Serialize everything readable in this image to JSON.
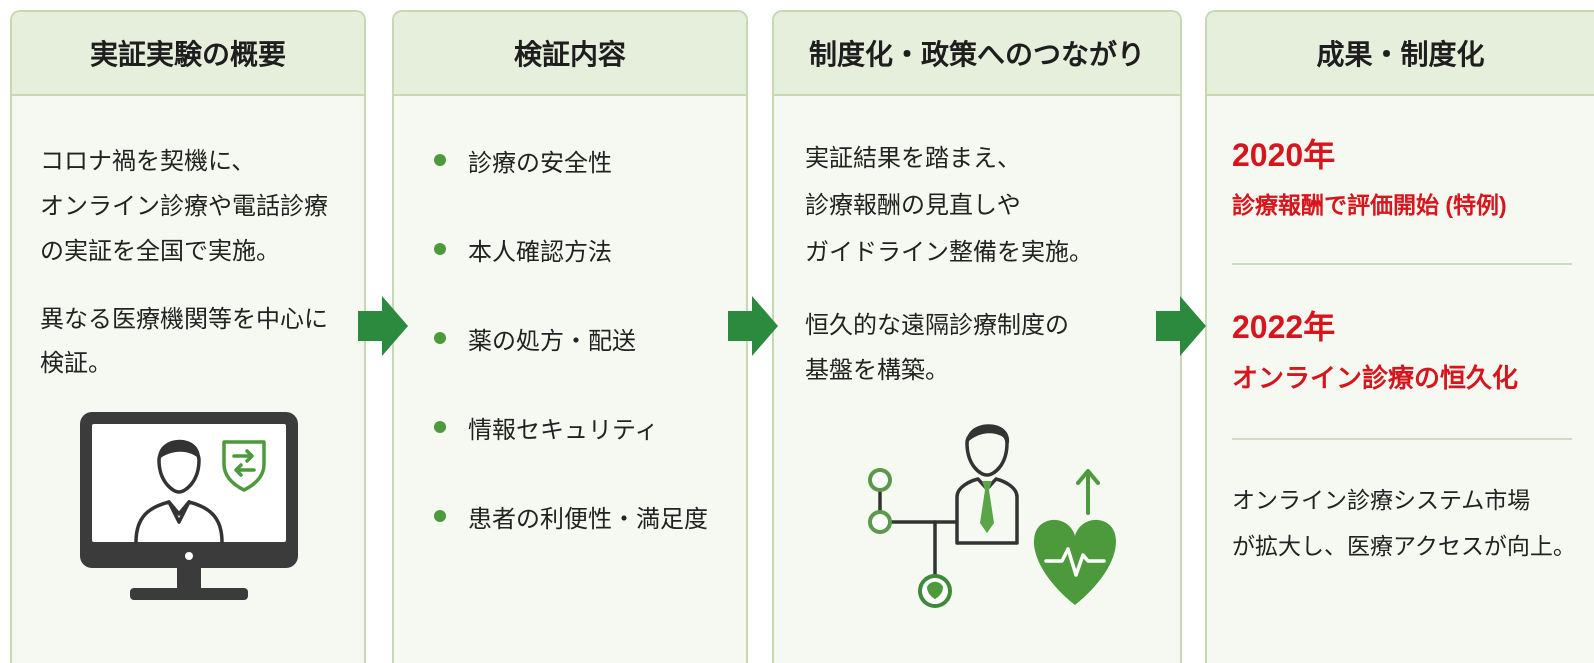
{
  "panels": [
    {
      "title": "実証実験の概要",
      "para1": [
        "コロナ禍を契機に、",
        "オンライン診療や電話診療",
        "の実証を全国で実施。"
      ],
      "para2": [
        "異なる医療機関等を中心に",
        "検証。"
      ],
      "illustration": "monitor-telemedicine-icon"
    },
    {
      "title": "検証内容",
      "items": [
        "診療の安全性",
        "本人確認方法",
        "薬の処方・配送",
        "情報セキュリティ",
        "患者の利便性・満足度"
      ],
      "bullet_icon": "green-dot-icon"
    },
    {
      "title": "制度化・政策へのつながり",
      "para1": [
        "実証結果を踏まえ、",
        "診療報酬の見直しや",
        "ガイドライン整備を実施。"
      ],
      "para2": [
        "恒久的な遠隔診療制度の",
        "基盤を構築。"
      ],
      "illustration": "doctor-network-heart-icon"
    },
    {
      "title": "成果・制度化",
      "milestones": [
        {
          "year": "2020年",
          "text": "診療報酬で評価開始 (特例)"
        },
        {
          "year": "2022年",
          "text": "オンライン診療の恒久化"
        }
      ],
      "outcome": [
        "オンライン診療システム市場",
        "が拡大し、医療アクセスが向上。"
      ]
    }
  ],
  "arrow_icon": "right-arrow-icon",
  "colors": {
    "green": "#2b8a3e",
    "dot": "#4c9a3c",
    "head-bg": "#e6efdc",
    "border": "#c6d9b3",
    "red": "#d7151d",
    "panel-bg": "#f6f9f1"
  }
}
